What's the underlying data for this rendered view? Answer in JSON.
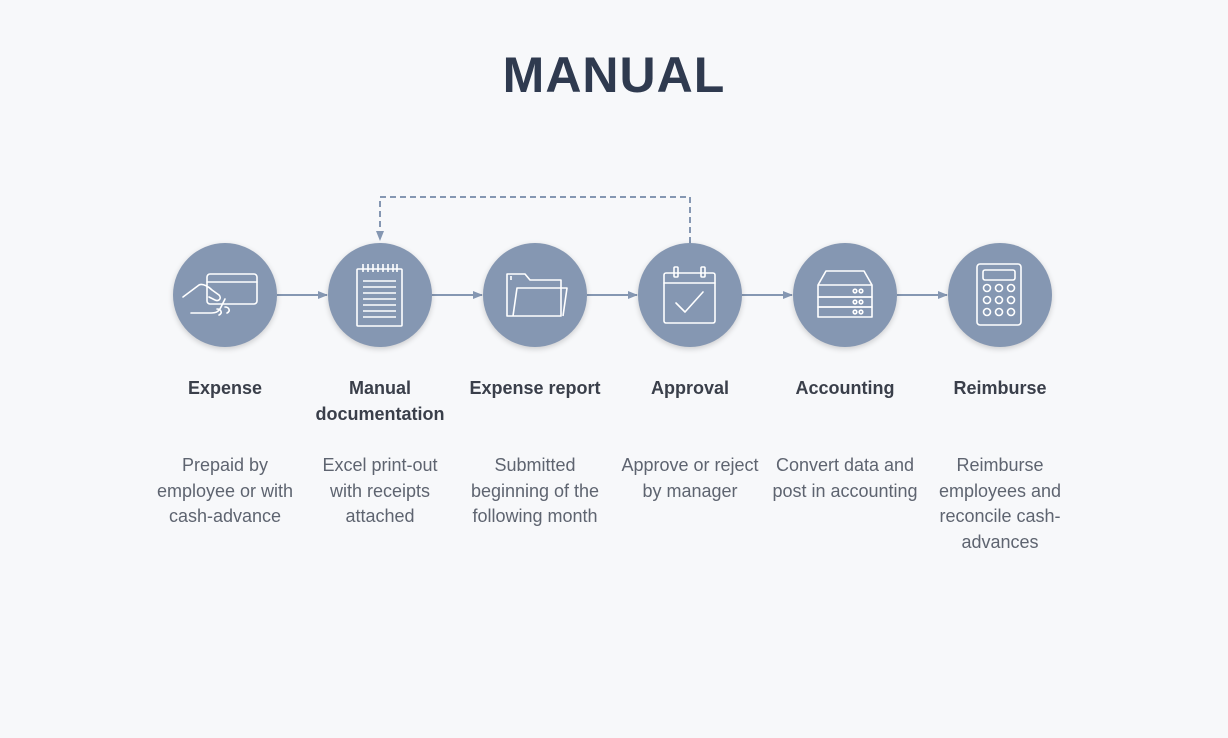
{
  "title": "MANUAL",
  "colors": {
    "node_fill": "#8597b2",
    "connector": "#8597b2",
    "title": "#2f3a4f",
    "background": "#f7f8fa"
  },
  "steps": [
    {
      "title": "Expense",
      "description": "Prepaid by employee or with cash-advance",
      "icon": "credit-card-hand-icon"
    },
    {
      "title": "Manual documentation",
      "description": "Excel print-out with receipts attached",
      "icon": "notepad-icon"
    },
    {
      "title": "Expense report",
      "description": "Submitted beginning of the following month",
      "icon": "folder-icon"
    },
    {
      "title": "Approval",
      "description": "Approve or reject by manager",
      "icon": "calendar-check-icon"
    },
    {
      "title": "Accounting",
      "description": "Convert data and post in accounting",
      "icon": "server-drawers-icon"
    },
    {
      "title": "Reimburse",
      "description": "Reimburse employees and reconcile cash-advances",
      "icon": "calculator-icon"
    }
  ]
}
